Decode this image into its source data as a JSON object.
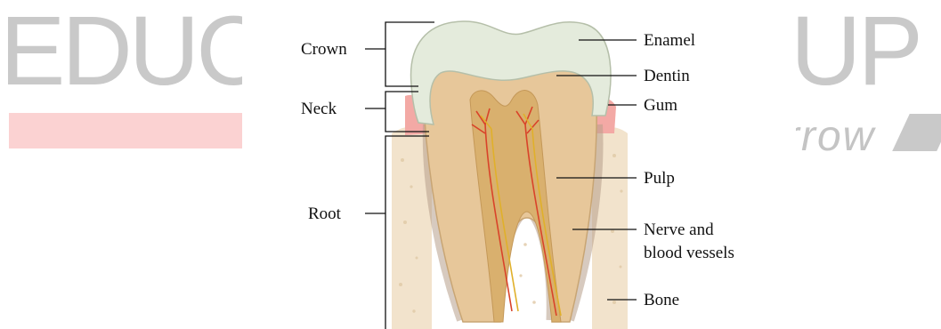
{
  "watermark": {
    "left": "EDUC",
    "right": "UP",
    "tagline": "rrow"
  },
  "labels": {
    "crown": "Crown",
    "neck": "Neck",
    "root": "Root",
    "enamel": "Enamel",
    "dentin": "Dentin",
    "gum": "Gum",
    "pulp": "Pulp",
    "nerve_line1": "Nerve and",
    "nerve_line2": "blood vessels",
    "bone": "Bone"
  },
  "colors": {
    "enamel": "#e4ebdc",
    "dentin": "#e7c79a",
    "pulp": "#d9b06e",
    "gum": "#f3a9a5",
    "bone": "#f2e3cc",
    "nerve_red": "#d9432a",
    "nerve_yellow": "#e0b02a"
  }
}
